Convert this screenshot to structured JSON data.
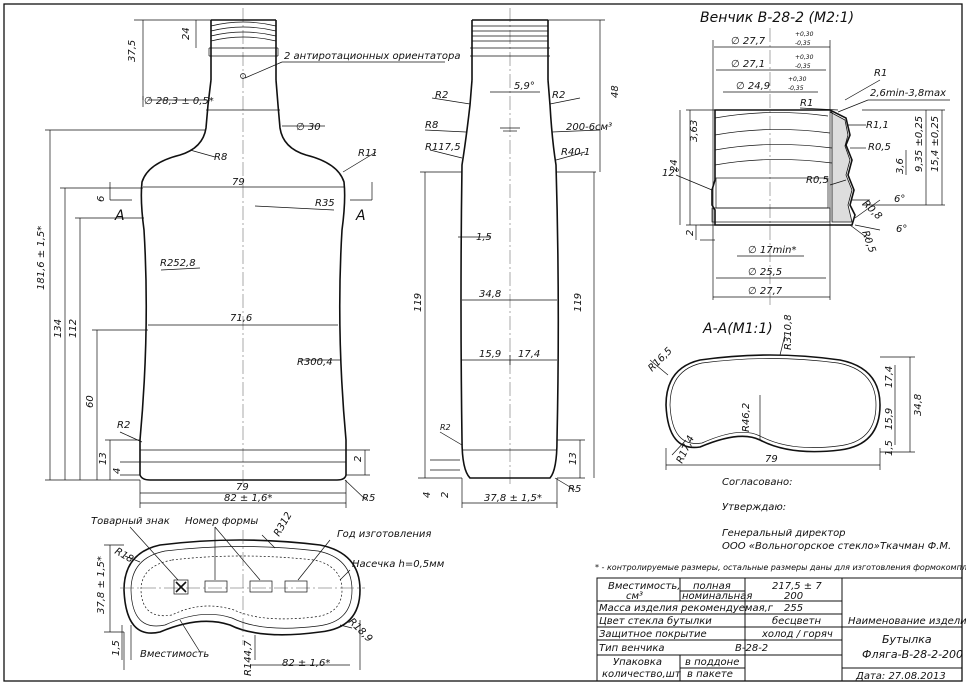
{
  "views": {
    "front": {
      "neck_height": "24",
      "finish_height": "37,5",
      "neck_diameter": "∅ 28,3 ± 0,5*",
      "shoulder_diameter": "∅ 30",
      "shoulder_radius": "R8",
      "upper_radius": "R11",
      "body_top_width": "79",
      "section_mark_offset": "6",
      "section_mark": "A",
      "side_radius": "R35",
      "body_radius": "R252,8",
      "waist_width": "71,6",
      "lower_radius": "R300,4",
      "total_height": "181,6 ± 1,5*",
      "height_134": "134",
      "height_112": "112",
      "height_60": "60",
      "heel_radius": "R2",
      "heel_height": "13",
      "base_height": "4",
      "heel_height_right": "2",
      "base_width": "79",
      "overall_width": "82 ± 1,6*",
      "base_radius": "R5",
      "orientators_note": "2 антиротационных ориентатора"
    },
    "side": {
      "top_radius": "R2",
      "neck_angle": "5,9°",
      "neck_radius_right": "R2",
      "height_48": "48",
      "shoulder_radius": "R8",
      "shoulder_radius_2": "R117,5",
      "volume_note": "200-6см³",
      "side_radius": "R40,1",
      "wall": "1,5",
      "height_119_left": "119",
      "height_119_right": "119",
      "depth": "34,8",
      "left_part": "15,9",
      "right_part": "17,4",
      "heel_radius": "R2",
      "heel_height": "13",
      "base_4": "4",
      "base_2": "2",
      "overall_depth": "37,8 ± 1,5*",
      "base_radius": "R5"
    },
    "finish": {
      "title": "Венчик В-28-2 (М2:1)",
      "d1": "∅ 27,7",
      "d1_tol_up": "+0,30",
      "d1_tol_dn": "-0,35",
      "d2": "∅ 27,1",
      "d2_tol_up": "+0,30",
      "d2_tol_dn": "-0,35",
      "d3": "∅ 24,9",
      "d3_tol_up": "+0,30",
      "d3_tol_dn": "-0,35",
      "r1_top": "R1",
      "r1": "R1",
      "thread_pitch": "2,6min-3,8max",
      "h363": "3,63",
      "r11": "R1,1",
      "r05a": "R0,5",
      "h935": "9,35 ±0,25",
      "h154": "15,4 ±0,25",
      "h36": "3,6",
      "height_24": "24",
      "angle_12": "12°",
      "r05b": "R0,5",
      "r08": "R0,8",
      "angle_6a": "6°",
      "angle_6b": "6°",
      "height_2": "2",
      "r05c": "R0,5",
      "bore": "∅ 17min*",
      "d255": "∅ 25,5",
      "d277": "∅ 27,7"
    },
    "section": {
      "title": "А-А(М1:1)",
      "r165": "R16,5",
      "r3108": "R310,8",
      "r462": "R46,2",
      "r174": "R17,4",
      "h174": "17,4",
      "h348": "34,8",
      "h159": "15,9",
      "h15": "1,5",
      "width": "79"
    },
    "bottom": {
      "trademark": "Товарный знак",
      "form_number": "Номер формы",
      "r312": "R312",
      "year": "Год изготовления",
      "notch": "Насечка h=0,5мм",
      "r18": "R18",
      "depth": "37,8 ± 1,5*",
      "wall": "1,5",
      "r189": "R18,9",
      "capacity": "Вместимость",
      "r1447": "R144,7",
      "width": "82 ± 1,6*"
    }
  },
  "approval": {
    "agreed": "Согласовано:",
    "approved": "Утверждаю:",
    "position": "Генеральный директор",
    "company": "ООО «Вольногорское стекло»",
    "signatory": "Ткачман Ф.М."
  },
  "footnote": "* - контролируемые размеры, остальные размеры даны для изготовления формокомплекта",
  "spec_table": {
    "rows": [
      {
        "label": "Вместимость,",
        "sub": "полная",
        "value": "217,5 ± 7"
      },
      {
        "label": "см³",
        "sub": "номинальная",
        "value": "200"
      },
      {
        "label": "Масса изделия рекомендуемая,г",
        "sub": "",
        "value": "255"
      },
      {
        "label": "Цвет стекла бутылки",
        "sub": "",
        "value": "бесцветн"
      },
      {
        "label": "Защитное покрытие",
        "sub": "",
        "value": "холод / горяч"
      },
      {
        "label": "Тип венчика",
        "sub": "",
        "value": "В-28-2"
      },
      {
        "label": "Упаковка",
        "sub": "в поддоне",
        "value": ""
      },
      {
        "label": "количество,шт",
        "sub": "в пакете",
        "value": ""
      }
    ]
  },
  "title_block": {
    "header": "Наименование изделия",
    "product": "Бутылка",
    "code": "Фляга-В-28-2-200",
    "date": "Дата: 27.08.2013"
  }
}
